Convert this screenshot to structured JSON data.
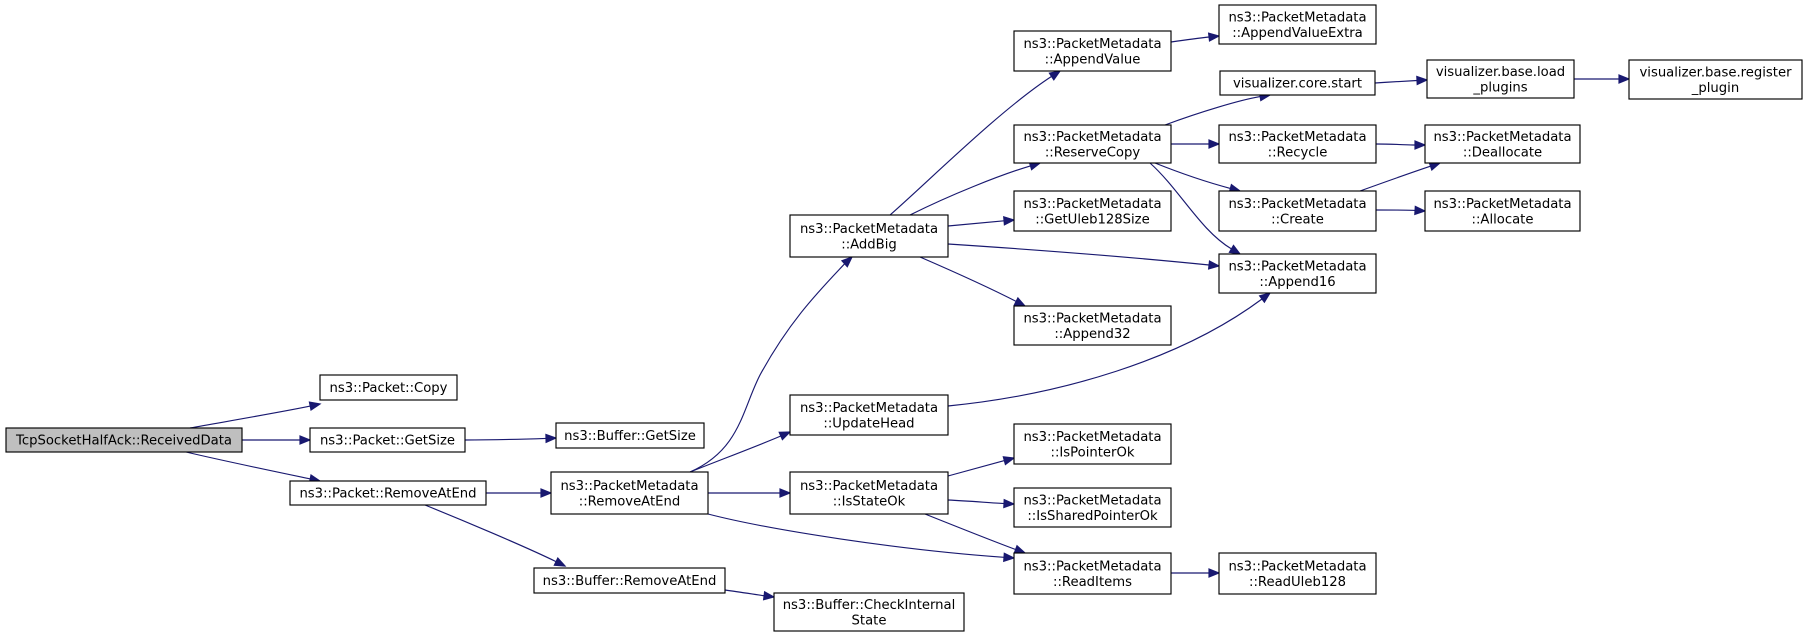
{
  "nodes": {
    "root": {
      "lines": [
        "TcpSocketHalfAck::ReceivedData"
      ]
    },
    "packet_copy": {
      "lines": [
        "ns3::Packet::Copy"
      ]
    },
    "packet_getsize": {
      "lines": [
        "ns3::Packet::GetSize"
      ]
    },
    "packet_rae": {
      "lines": [
        "ns3::Packet::RemoveAtEnd"
      ]
    },
    "buffer_getsize": {
      "lines": [
        "ns3::Buffer::GetSize"
      ]
    },
    "pm_rae": {
      "lines": [
        "ns3::PacketMetadata",
        "::RemoveAtEnd"
      ]
    },
    "buffer_rae": {
      "lines": [
        "ns3::Buffer::RemoveAtEnd"
      ]
    },
    "pm_addbig": {
      "lines": [
        "ns3::PacketMetadata",
        "::AddBig"
      ]
    },
    "pm_updatehead": {
      "lines": [
        "ns3::PacketMetadata",
        "::UpdateHead"
      ]
    },
    "pm_isstateok": {
      "lines": [
        "ns3::PacketMetadata",
        "::IsStateOk"
      ]
    },
    "buffer_check": {
      "lines": [
        "ns3::Buffer::CheckInternal",
        "State"
      ]
    },
    "pm_appendvalue": {
      "lines": [
        "ns3::PacketMetadata",
        "::AppendValue"
      ]
    },
    "pm_reservecopy": {
      "lines": [
        "ns3::PacketMetadata",
        "::ReserveCopy"
      ]
    },
    "pm_getuleb": {
      "lines": [
        "ns3::PacketMetadata",
        "::GetUleb128Size"
      ]
    },
    "pm_append32": {
      "lines": [
        "ns3::PacketMetadata",
        "::Append32"
      ]
    },
    "pm_ispointerok": {
      "lines": [
        "ns3::PacketMetadata",
        "::IsPointerOk"
      ]
    },
    "pm_issharedok": {
      "lines": [
        "ns3::PacketMetadata",
        "::IsSharedPointerOk"
      ]
    },
    "pm_readitems": {
      "lines": [
        "ns3::PacketMetadata",
        "::ReadItems"
      ]
    },
    "pm_avextra": {
      "lines": [
        "ns3::PacketMetadata",
        "::AppendValueExtra"
      ]
    },
    "viz_core_start": {
      "lines": [
        "visualizer.core.start"
      ]
    },
    "pm_recycle": {
      "lines": [
        "ns3::PacketMetadata",
        "::Recycle"
      ]
    },
    "pm_create": {
      "lines": [
        "ns3::PacketMetadata",
        "::Create"
      ]
    },
    "pm_append16": {
      "lines": [
        "ns3::PacketMetadata",
        "::Append16"
      ]
    },
    "pm_readuleb": {
      "lines": [
        "ns3::PacketMetadata",
        "::ReadUleb128"
      ]
    },
    "viz_load": {
      "lines": [
        "visualizer.base.load",
        "_plugins"
      ]
    },
    "pm_dealloc": {
      "lines": [
        "ns3::PacketMetadata",
        "::Deallocate"
      ]
    },
    "pm_allocate": {
      "lines": [
        "ns3::PacketMetadata",
        "::Allocate"
      ]
    },
    "viz_register": {
      "lines": [
        "visualizer.base.register",
        "_plugin"
      ]
    }
  },
  "edges": [
    [
      "root",
      "packet_copy"
    ],
    [
      "root",
      "packet_getsize"
    ],
    [
      "root",
      "packet_rae"
    ],
    [
      "packet_getsize",
      "buffer_getsize"
    ],
    [
      "packet_rae",
      "pm_rae"
    ],
    [
      "packet_rae",
      "buffer_rae"
    ],
    [
      "pm_rae",
      "pm_addbig"
    ],
    [
      "pm_rae",
      "pm_updatehead"
    ],
    [
      "pm_rae",
      "pm_isstateok"
    ],
    [
      "pm_rae",
      "pm_readitems"
    ],
    [
      "buffer_rae",
      "buffer_check"
    ],
    [
      "pm_addbig",
      "pm_appendvalue"
    ],
    [
      "pm_addbig",
      "pm_reservecopy"
    ],
    [
      "pm_addbig",
      "pm_getuleb"
    ],
    [
      "pm_addbig",
      "pm_append32"
    ],
    [
      "pm_addbig",
      "pm_append16"
    ],
    [
      "pm_updatehead",
      "pm_append16"
    ],
    [
      "pm_isstateok",
      "pm_ispointerok"
    ],
    [
      "pm_isstateok",
      "pm_issharedok"
    ],
    [
      "pm_isstateok",
      "pm_readitems"
    ],
    [
      "pm_appendvalue",
      "pm_avextra"
    ],
    [
      "pm_reservecopy",
      "viz_core_start"
    ],
    [
      "pm_reservecopy",
      "pm_recycle"
    ],
    [
      "pm_reservecopy",
      "pm_create"
    ],
    [
      "pm_reservecopy",
      "pm_append16"
    ],
    [
      "pm_readitems",
      "pm_readuleb"
    ],
    [
      "viz_core_start",
      "viz_load"
    ],
    [
      "viz_load",
      "viz_register"
    ],
    [
      "pm_recycle",
      "pm_dealloc"
    ],
    [
      "pm_create",
      "pm_dealloc"
    ],
    [
      "pm_create",
      "pm_allocate"
    ]
  ]
}
